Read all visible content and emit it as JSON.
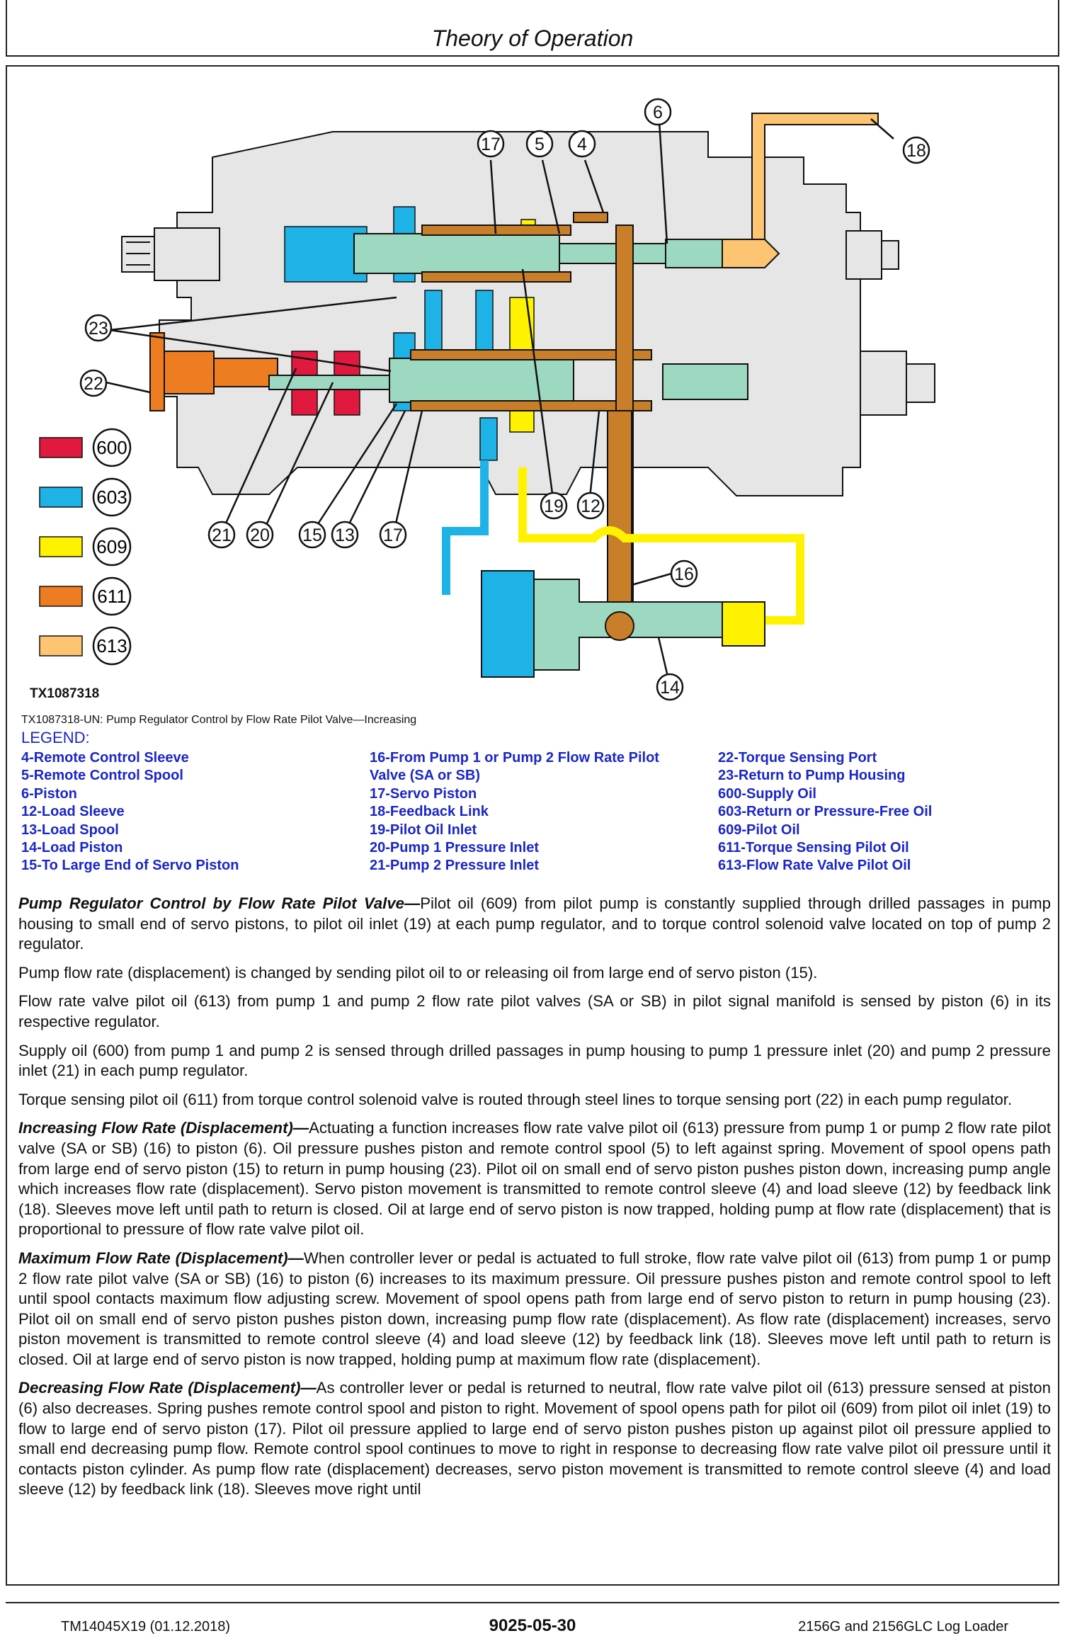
{
  "header": {
    "title": "Theory of Operation"
  },
  "figure": {
    "ref": "TX1087318",
    "caption": "TX1087318-UN: Pump Regulator Control by Flow Rate Pilot Valve—Increasing",
    "callouts": [
      "4",
      "5",
      "6",
      "12",
      "13",
      "14",
      "15",
      "16",
      "17",
      "18",
      "19",
      "20",
      "21",
      "22",
      "23"
    ],
    "color_key": [
      {
        "code": "600",
        "color": "#e1193e"
      },
      {
        "code": "603",
        "color": "#1eb3e6"
      },
      {
        "code": "609",
        "color": "#fff200"
      },
      {
        "code": "611",
        "color": "#ee7d22"
      },
      {
        "code": "613",
        "color": "#fdc471"
      }
    ],
    "colors": {
      "housing": "#e6e6e6",
      "spool": "#9dd9c0",
      "sleeve": "#c97f2a",
      "blue_line": "#1a26c8"
    }
  },
  "legend": {
    "title": "LEGEND:",
    "col1": [
      "4-Remote Control Sleeve",
      "5-Remote Control Spool",
      "6-Piston",
      "12-Load Sleeve",
      "13-Load Spool",
      "14-Load Piston",
      "15-To Large End of Servo Piston"
    ],
    "col2": [
      "16-From Pump 1 or Pump 2 Flow Rate Pilot",
      "Valve (SA or SB)",
      "17-Servo Piston",
      "18-Feedback Link",
      "19-Pilot Oil Inlet",
      "20-Pump 1 Pressure Inlet",
      "21-Pump 2 Pressure Inlet"
    ],
    "col3": [
      "22-Torque Sensing Port",
      "23-Return to Pump Housing",
      "600-Supply Oil",
      "603-Return or Pressure-Free Oil",
      "609-Pilot Oil",
      "611-Torque Sensing Pilot Oil",
      "613-Flow Rate Valve Pilot Oil"
    ]
  },
  "body": {
    "p1_lead": "Pump Regulator Control by Flow Rate Pilot Valve—",
    "p1": "Pilot oil (609) from pilot pump is constantly supplied through drilled passages in pump housing to small end of servo pistons, to pilot oil inlet (19) at each pump regulator, and to torque control solenoid valve located on top of pump 2 regulator.",
    "p2": "Pump flow rate (displacement) is changed by sending pilot oil to or releasing oil from large end of servo piston (15).",
    "p3": "Flow rate valve pilot oil (613) from pump 1 and pump 2 flow rate pilot valves (SA or SB) in pilot signal manifold is sensed by piston (6) in its respective regulator.",
    "p4": "Supply oil (600) from pump 1 and pump 2 is sensed through drilled passages in pump housing to pump 1 pressure inlet (20) and pump 2 pressure inlet (21) in each pump regulator.",
    "p5": "Torque sensing pilot oil (611) from torque control solenoid valve is routed through steel lines to torque sensing port (22) in each pump regulator.",
    "p6_lead": "Increasing Flow Rate (Displacement)—",
    "p6": "Actuating a function increases flow rate valve pilot oil (613) pressure from pump 1 or pump 2 flow rate pilot valve (SA or SB) (16) to piston (6). Oil pressure pushes piston and remote control spool (5) to left against spring. Movement of spool opens path from large end of servo piston (15) to return in pump housing (23). Pilot oil on small end of servo piston pushes piston down, increasing pump angle which increases flow rate (displacement). Servo piston movement is transmitted to remote control sleeve (4) and load sleeve (12) by feedback link (18). Sleeves move left until path to return is closed. Oil at large end of servo piston is now trapped, holding pump at flow rate (displacement) that is proportional to pressure of flow rate valve pilot oil.",
    "p7_lead": "Maximum Flow Rate (Displacement)—",
    "p7": "When controller lever or pedal is actuated to full stroke, flow rate valve pilot oil (613) from pump 1 or pump 2 flow rate pilot valve (SA or SB) (16) to piston (6) increases to its maximum pressure. Oil pressure pushes piston and remote control spool to left until spool contacts maximum flow adjusting screw. Movement of spool opens path from large end of servo piston to return in pump housing (23). Pilot oil on small end of servo piston pushes piston down, increasing pump flow rate (displacement). As flow rate (displacement) increases, servo piston movement is transmitted to remote control sleeve (4) and load sleeve (12) by feedback link (18). Sleeves move left until path to return is closed. Oil at large end of servo piston is now trapped, holding pump at maximum flow rate (displacement).",
    "p8_lead": "Decreasing Flow Rate (Displacement)—",
    "p8": "As controller lever or pedal is returned to neutral, flow rate valve pilot oil (613) pressure sensed at piston (6) also decreases. Spring pushes remote control spool and piston to right. Movement of spool opens path for pilot oil (609) from pilot oil inlet (19) to flow to large end of servo piston (17). Pilot oil pressure applied to large end of servo piston pushes piston up against pilot oil pressure applied to small end decreasing pump flow. Remote control spool continues to move to right in response to decreasing flow rate valve pilot oil pressure until it contacts piston cylinder. As pump flow rate (displacement) decreases, servo piston movement is transmitted to remote control sleeve (4) and load sleeve (12) by feedback link (18). Sleeves move right until"
  },
  "footer": {
    "left": "TM14045X19 (01.12.2018)",
    "center": "9025-05-30",
    "right": "2156G and 2156GLC Log Loader"
  }
}
